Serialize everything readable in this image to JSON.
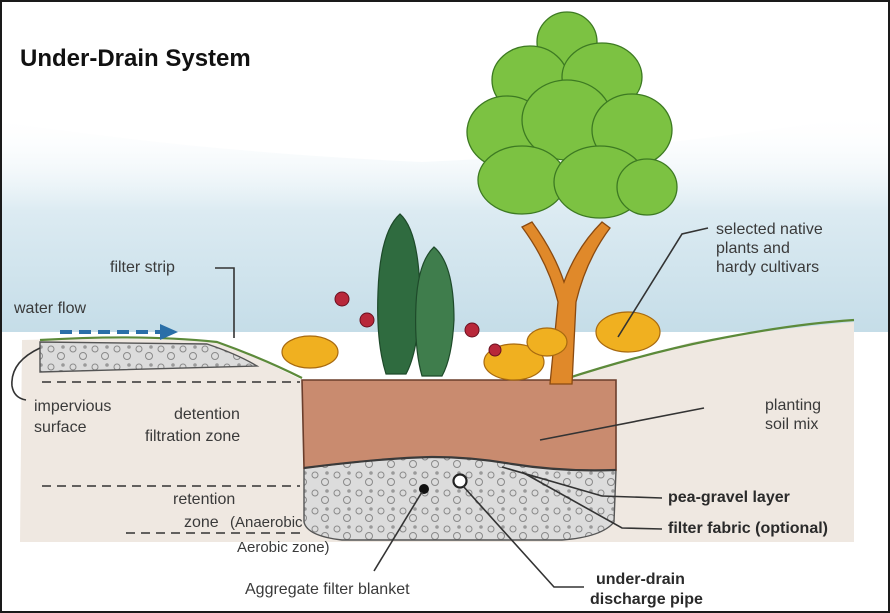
{
  "title": "Under-Drain System",
  "labels": {
    "filter_strip": "filter strip",
    "water_flow": "water flow",
    "impervious_1": "impervious",
    "impervious_2": "surface",
    "detention_1": "detention",
    "detention_2": "filtration zone",
    "retention_1": "retention",
    "retention_2": "zone",
    "anaerobic": "(Anaerobic",
    "aerobic": "Aerobic zone)",
    "aggregate": "Aggregate filter blanket",
    "native_1": "selected native",
    "native_2": "plants and",
    "native_3": "hardy cultivars",
    "planting_1": "planting",
    "planting_2": "soil mix",
    "pea_gravel": "pea-gravel layer",
    "filter_fabric": "filter fabric (optional)",
    "underdrain_1": "under-drain",
    "underdrain_2": "discharge pipe"
  },
  "colors": {
    "sky": "#cfe3ec",
    "soil_mix": "#c98b6f",
    "gravel": "#d9dadb",
    "ground": "#ece4dc",
    "foliage": "#7cc242",
    "trunk": "#e0892a",
    "shrub": "#f0b020",
    "conifer": "#2f6b3f",
    "flower": "#b8283a",
    "arrow": "#2a6fa8"
  }
}
